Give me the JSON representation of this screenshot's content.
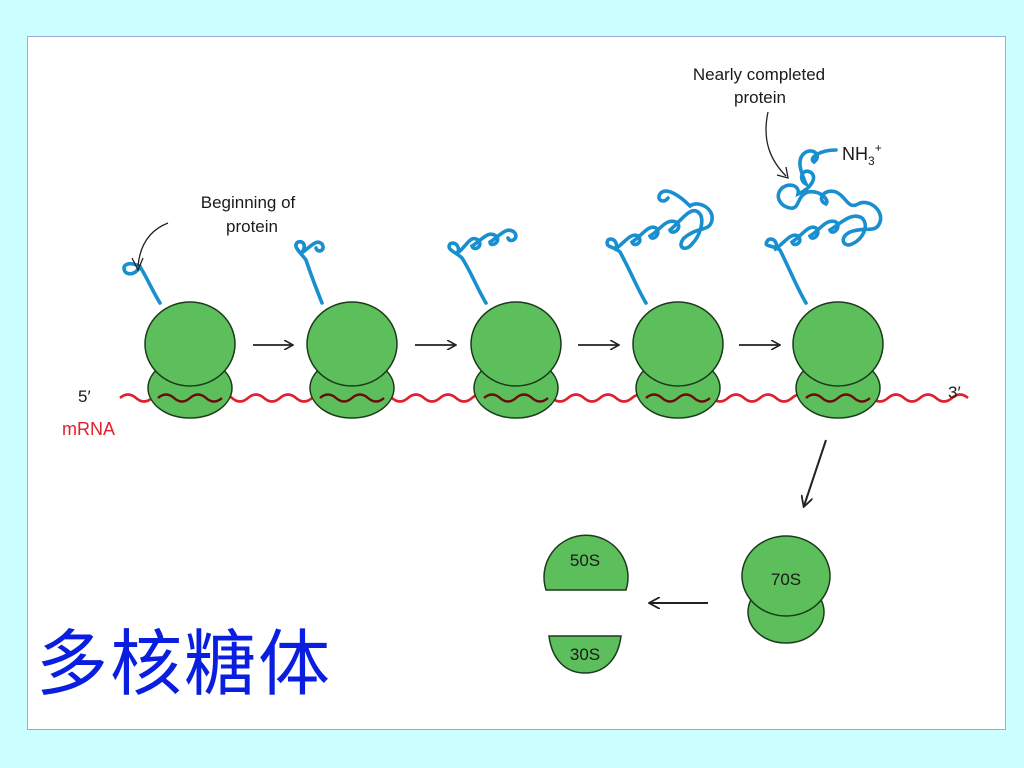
{
  "title": "多核糖体",
  "labels": {
    "beginning": [
      "Beginning of",
      "protein"
    ],
    "nearly": [
      "Nearly completed",
      "protein"
    ],
    "nh3": "NH",
    "nh3_sub": "3",
    "nh3_sup": "+",
    "five_prime": "5′",
    "three_prime": "3′",
    "mrna": "mRNA"
  },
  "subunits": {
    "large": "50S",
    "small": "30S",
    "whole": "70S"
  },
  "colors": {
    "background": "#ccffff",
    "ribosome": "#5cbf5c",
    "protein": "#1a8fd0",
    "mrna": "#e0202a",
    "title": "#0a1ee0"
  }
}
